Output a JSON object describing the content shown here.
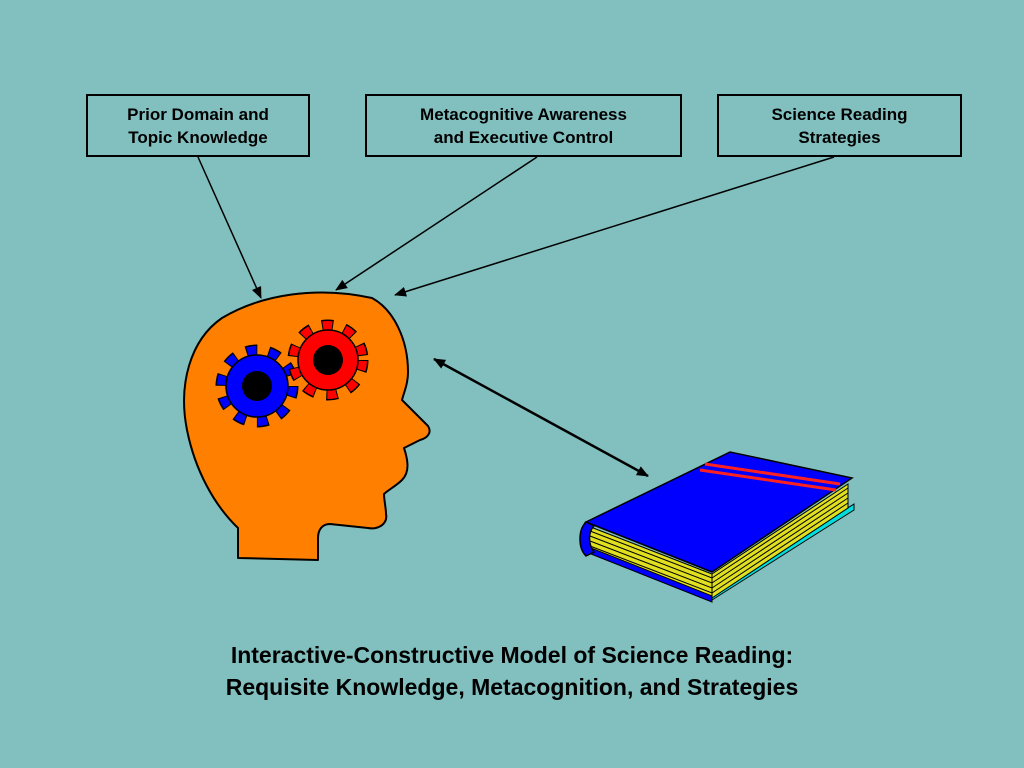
{
  "slide": {
    "background_color": "#82BFBF"
  },
  "boxes": {
    "prior_knowledge": "Prior Domain and\nTopic Knowledge",
    "metacognition": "Metacognitive Awareness\nand Executive Control",
    "strategies": "Science Reading\nStrategies"
  },
  "caption": {
    "line1": "Interactive-Constructive Model of Science Reading:",
    "line2": "Requisite Knowledge, Metacognition, and Strategies"
  },
  "colors": {
    "head": "#FF8000",
    "gear_left": "#0000FF",
    "gear_right": "#FF0000",
    "book_cover": "#0000FF",
    "book_stripe": "#FF2020",
    "book_pages": "#E0E020",
    "book_bottom_edge": "#00DDDD"
  }
}
